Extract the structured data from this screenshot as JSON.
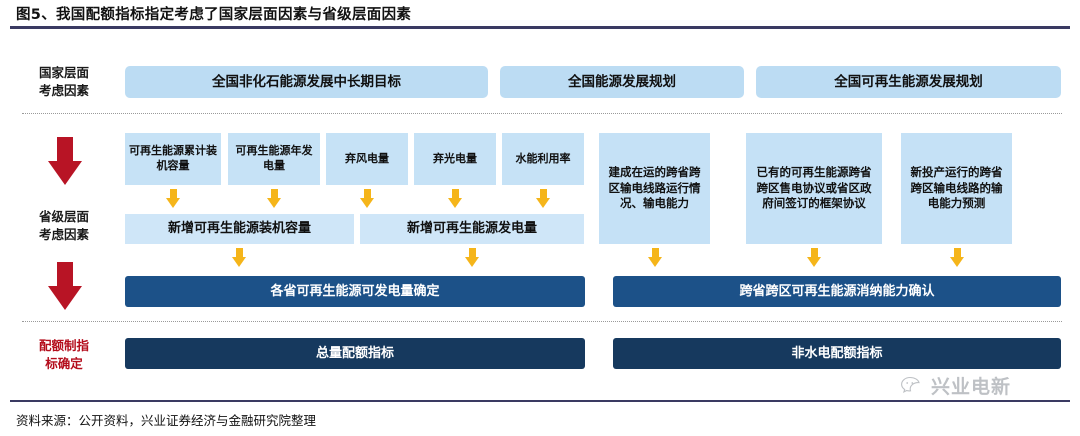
{
  "figure": {
    "title": "图5、我国配额指标指定考虑了国家层面因素与省级层面因素",
    "source": "资料来源：公开资料，兴业证券经济与金融研究院整理"
  },
  "row_labels": {
    "national": "国家层面\n考虑因素",
    "national_line1": "国家层面",
    "national_line2": "考虑因素",
    "provincial_line1": "省级层面",
    "provincial_line2": "考虑因素",
    "quota_line1": "配额制指",
    "quota_line2": "标确定"
  },
  "national_level": {
    "boxes": [
      {
        "label": "全国非化石能源发展中长期目标"
      },
      {
        "label": "全国能源发展规划"
      },
      {
        "label": "全国可再生能源发展规划"
      }
    ]
  },
  "provincial_level": {
    "left_inputs": [
      {
        "label": "可再生能源累计装机容量"
      },
      {
        "label": "可再生能源年发电量"
      },
      {
        "label": "弃风电量"
      },
      {
        "label": "弃光电量"
      },
      {
        "label": "水能利用率"
      }
    ],
    "left_mid": [
      {
        "label": "新增可再生能源装机容量"
      },
      {
        "label": "新增可再生能源发电量"
      }
    ],
    "right_inputs": [
      {
        "label": "建成在运的跨省跨区输电线路运行情况、输电能力"
      },
      {
        "label": "已有的可再生能源跨省跨区售电协议或省区政府间签订的框架协议"
      },
      {
        "label": "新投产运行的跨省跨区输电线路的输电能力预测"
      }
    ],
    "results": [
      {
        "label": "各省可再生能源可发电量确定"
      },
      {
        "label": "跨省跨区可再生能源消纳能力确认"
      }
    ]
  },
  "quota_level": {
    "boxes": [
      {
        "label": "总量配额指标"
      },
      {
        "label": "非水电配额指标"
      }
    ]
  },
  "watermark": {
    "text": "兴业电新",
    "icon": "wechat-icon"
  },
  "colors": {
    "rule": "#3a3a62",
    "light_blue": "#c6e2f6",
    "top_blue": "#bcdcf3",
    "dark_blue": "#1c5188",
    "navy": "#16395e",
    "red_arrow": "#b81425",
    "yellow_arrow": "#f5b51a",
    "red_text": "#b40d1c"
  }
}
